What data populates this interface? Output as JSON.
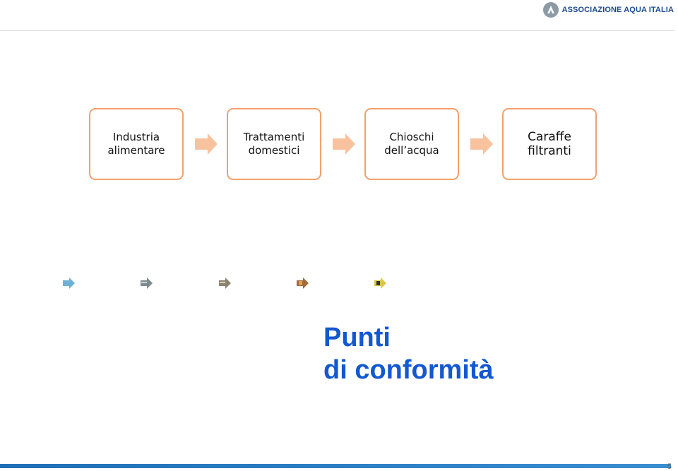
{
  "header": {
    "brand": "ASSOCIAZIONE AQUA ITALIA",
    "logo_icon": "aqua-italia-logo-icon"
  },
  "flow": {
    "steps": [
      {
        "label": "Industria\nalimentare"
      },
      {
        "label": "Trattamenti\ndomestici"
      },
      {
        "label": "Chioschi\ndell’acqua"
      },
      {
        "label": "Caraffe\nfiltranti"
      }
    ],
    "arrow_color": "#f9c29f",
    "box_border_color": "#f4a06b"
  },
  "title": {
    "line1": "Punti",
    "line2": "di conformità",
    "color": "#1358d1"
  },
  "footer": {
    "page_number": "5",
    "bar_color": "#1f6fb8"
  }
}
